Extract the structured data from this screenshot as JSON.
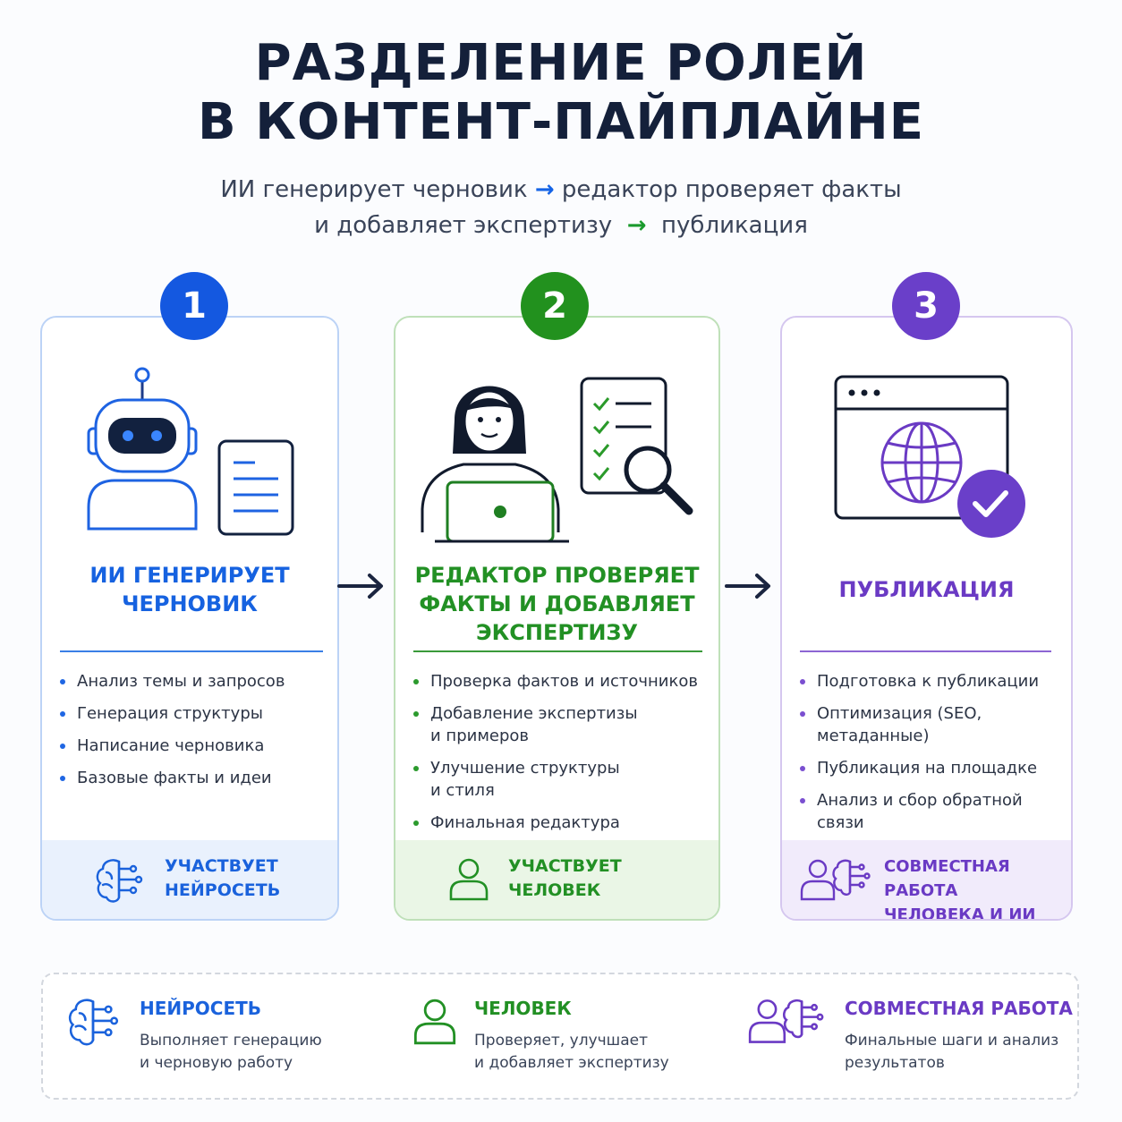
{
  "title": {
    "line1": "РАЗДЕЛЕНИЕ РОЛЕЙ",
    "line2": "В КОНТЕНТ-ПАЙПЛАЙНЕ"
  },
  "subtitle": {
    "part1": "ИИ генерирует черновик",
    "part2": "редактор проверяет факты",
    "part3": "и добавляет экспертизу",
    "part4": "публикация",
    "arrow": "→"
  },
  "flow_arrow": "→",
  "colors": {
    "blue": "#1458e0",
    "green": "#22911e",
    "purple": "#6a3fc9",
    "title": "#14203a"
  },
  "steps": [
    {
      "number": "1",
      "title_line1": "ИИ ГЕНЕРИРУЕТ",
      "title_line2": "ЧЕРНОВИК",
      "illustration": "robot-with-document",
      "items": [
        "Анализ темы и запросов",
        "Генерация структуры",
        "Написание черновика",
        "Базовые факты и идеи"
      ],
      "footer_line1": "УЧАСТВУЕТ",
      "footer_line2": "НЕЙРОСЕТЬ",
      "footer_icon": "brain-icon"
    },
    {
      "number": "2",
      "title_line1": "РЕДАКТОР ПРОВЕРЯЕТ",
      "title_line2": "ФАКТЫ И ДОБАВЛЯЕТ",
      "title_line3": "ЭКСПЕРТИЗУ",
      "illustration": "editor-with-checklist",
      "items": [
        {
          "line1": "Проверка фактов и источников"
        },
        {
          "line1": "Добавление экспертизы",
          "line2": "и примеров"
        },
        {
          "line1": "Улучшение структуры",
          "line2": "и стиля"
        },
        {
          "line1": "Финальная редактура"
        }
      ],
      "footer_line1": "УЧАСТВУЕТ",
      "footer_line2": "ЧЕЛОВЕК",
      "footer_icon": "person-icon"
    },
    {
      "number": "3",
      "title_line1": "ПУБЛИКАЦИЯ",
      "illustration": "browser-globe-check",
      "items": [
        "Подготовка к публикации",
        "Оптимизация (SEO, метаданные)",
        "Публикация на площадке",
        "Анализ и сбор обратной связи"
      ],
      "footer_line1": "СОВМЕСТНАЯ РАБОТА",
      "footer_line2": "ЧЕЛОВЕКА И ИИ",
      "footer_icon": "person-brain-icon"
    }
  ],
  "legend": [
    {
      "title": "НЕЙРОСЕТЬ",
      "desc_line1": "Выполняет генерацию",
      "desc_line2": "и черновую работу",
      "icon": "brain-icon"
    },
    {
      "title": "ЧЕЛОВЕК",
      "desc_line1": "Проверяет, улучшает",
      "desc_line2": "и добавляет экспертизу",
      "icon": "person-icon"
    },
    {
      "title": "СОВМЕСТНАЯ РАБОТА",
      "desc_line1": "Финальные шаги и анализ",
      "desc_line2": "результатов",
      "icon": "person-brain-icon"
    }
  ]
}
